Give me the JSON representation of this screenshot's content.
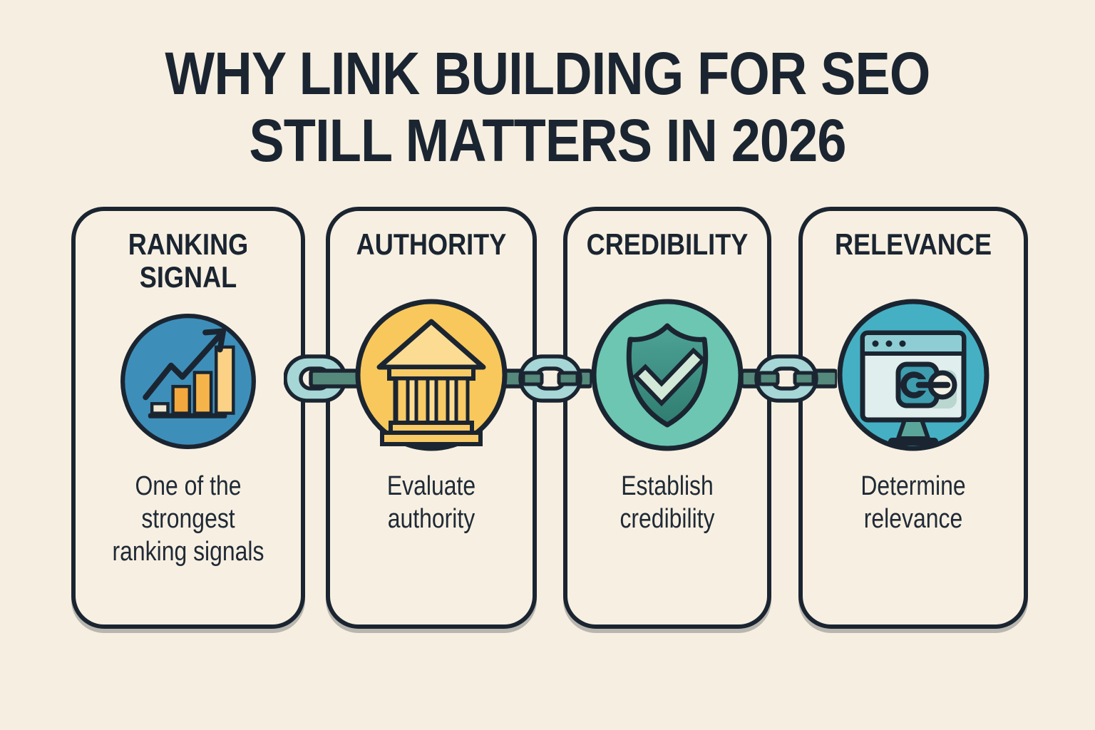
{
  "title": {
    "line1": "WHY LINK BUILDING FOR SEO",
    "line2": "STILL MATTERS IN 2026"
  },
  "cards": [
    {
      "heading": "RANKING SIGNAL",
      "description": "One of the strongest ranking signals",
      "icon": "growth-chart-icon",
      "circle_color": "#3d8fba"
    },
    {
      "heading": "AUTHORITY",
      "description": "Evaluate authority",
      "icon": "bank-icon",
      "circle_color": "#f8c85c"
    },
    {
      "heading": "CREDIBILITY",
      "description": "Establish credibility",
      "icon": "shield-check-icon",
      "circle_color": "#6cc6b2"
    },
    {
      "heading": "RELEVANCE",
      "description": "Determine relevance",
      "icon": "browser-link-icon",
      "circle_color": "#45b0c4"
    }
  ],
  "colors": {
    "background": "#f6efe1",
    "outline": "#1b2531",
    "text": "#1b2531",
    "chain_ring": "#a6d6d6",
    "chain_bar": "#55897b",
    "bar_orange": "#f3a83d",
    "bank_yellow": "#f9cb66",
    "shield_teal": "#459e91",
    "check_mint": "#d2e9d8"
  }
}
